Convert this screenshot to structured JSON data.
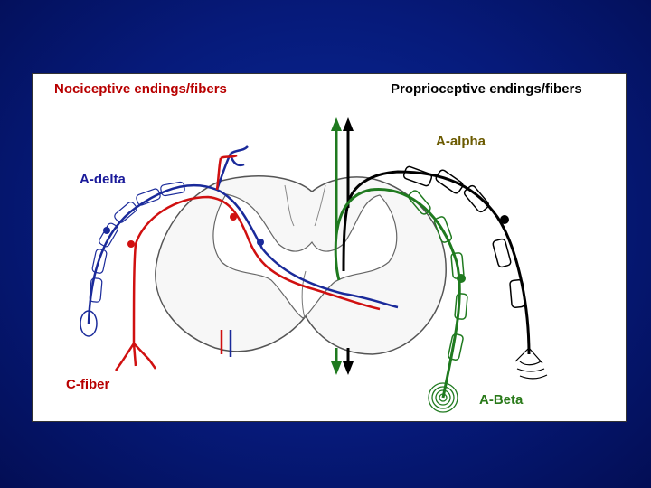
{
  "labels": {
    "nociceptive": "Nociceptive endings/fibers",
    "proprioceptive": "Proprioceptive endings/fibers",
    "a_alpha": "A-alpha",
    "a_delta": "A-delta",
    "c_fiber": "C-fiber",
    "a_beta": "A-Beta"
  },
  "colors": {
    "c_fiber": "#d01010",
    "a_delta": "#1a2a9a",
    "a_alpha": "#000000",
    "a_beta": "#1f7a1f",
    "background": "#061a7a"
  }
}
